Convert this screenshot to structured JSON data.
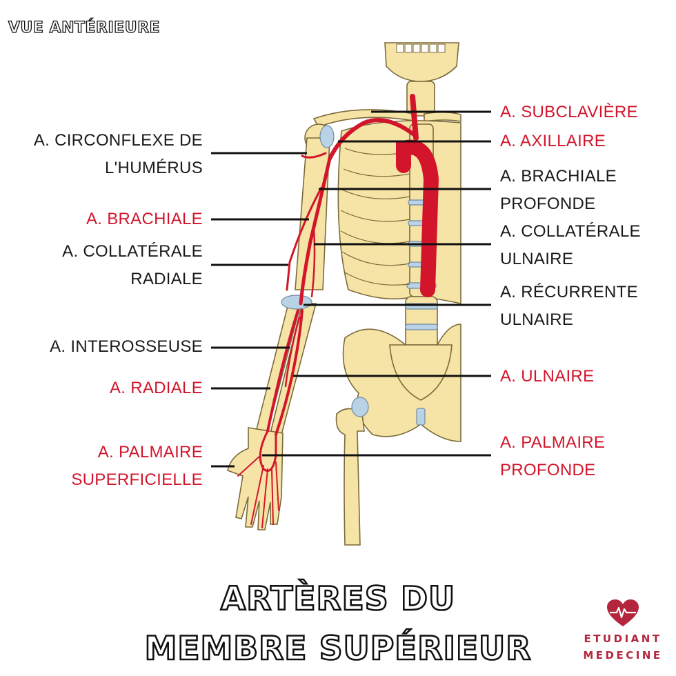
{
  "view_label": "VUE ANTÉRIEURE",
  "title": {
    "line1": "ARTÈRES DU",
    "line2": "MEMBRE SUPÉRIEUR"
  },
  "brand": {
    "line1": "ETUDIANT",
    "line2": "MEDECINE",
    "color": "#b3263c"
  },
  "colors": {
    "artery": "#d3152b",
    "bone": "#f6e3a6",
    "bone_outline": "#7a6a3a",
    "cartilage": "#b9d2e6",
    "label_dark": "#1a1a1a"
  },
  "labels_left": [
    {
      "id": "circonflexe",
      "lines": [
        "A. CIRCONFLEXE DE",
        "L'HUMÉRUS"
      ],
      "color": "dark"
    },
    {
      "id": "brachiale",
      "lines": [
        "A. BRACHIALE"
      ],
      "color": "red"
    },
    {
      "id": "collaterale-radiale",
      "lines": [
        "A. COLLATÉRALE",
        "RADIALE"
      ],
      "color": "dark"
    },
    {
      "id": "interosseuse",
      "lines": [
        "A. INTEROSSEUSE"
      ],
      "color": "dark"
    },
    {
      "id": "radiale",
      "lines": [
        "A. RADIALE"
      ],
      "color": "red"
    },
    {
      "id": "palmaire-superficielle",
      "lines": [
        "A. PALMAIRE",
        "SUPERFICIELLE"
      ],
      "color": "red"
    }
  ],
  "labels_right": [
    {
      "id": "subclaviere",
      "lines": [
        "A. SUBCLAVIÈRE"
      ],
      "color": "red"
    },
    {
      "id": "axillaire",
      "lines": [
        "A. AXILLAIRE"
      ],
      "color": "red"
    },
    {
      "id": "brachiale-profonde",
      "lines": [
        "A. BRACHIALE",
        "PROFONDE"
      ],
      "color": "dark"
    },
    {
      "id": "collaterale-ulnaire",
      "lines": [
        "A. COLLATÉRALE",
        "ULNAIRE"
      ],
      "color": "dark"
    },
    {
      "id": "recurrente-ulnaire",
      "lines": [
        "A. RÉCURRENTE",
        "ULNAIRE"
      ],
      "color": "dark"
    },
    {
      "id": "ulnaire",
      "lines": [
        "A. ULNAIRE"
      ],
      "color": "red"
    },
    {
      "id": "palmaire-profonde",
      "lines": [
        "A. PALMAIRE",
        "PROFONDE"
      ],
      "color": "red"
    }
  ]
}
